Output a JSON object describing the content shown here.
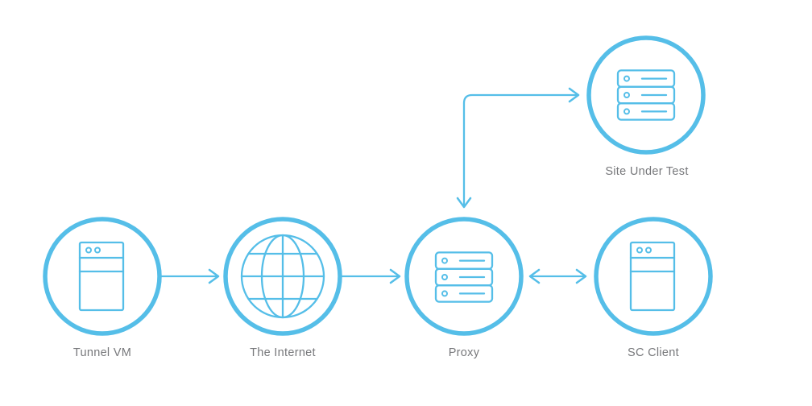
{
  "diagram": {
    "colors": {
      "accent": "#55BEE8",
      "label": "#77787B",
      "background": "#FFFFFF"
    },
    "nodes": [
      {
        "id": "tunnel-vm",
        "label": "Tunnel VM",
        "icon": "tower-server-icon"
      },
      {
        "id": "the-internet",
        "label": "The Internet",
        "icon": "globe-icon"
      },
      {
        "id": "proxy",
        "label": "Proxy",
        "icon": "server-stack-icon"
      },
      {
        "id": "sc-client",
        "label": "SC Client",
        "icon": "tower-server-icon"
      },
      {
        "id": "site-under-test",
        "label": "Site Under Test",
        "icon": "server-stack-icon"
      }
    ],
    "edges": [
      {
        "from": "tunnel-vm",
        "to": "the-internet",
        "arrows": "forward",
        "route": "straight"
      },
      {
        "from": "the-internet",
        "to": "proxy",
        "arrows": "forward",
        "route": "straight"
      },
      {
        "from": "proxy",
        "to": "sc-client",
        "arrows": "both",
        "route": "straight"
      },
      {
        "from": "proxy",
        "to": "site-under-test",
        "arrows": "both",
        "route": "elbow"
      }
    ]
  }
}
